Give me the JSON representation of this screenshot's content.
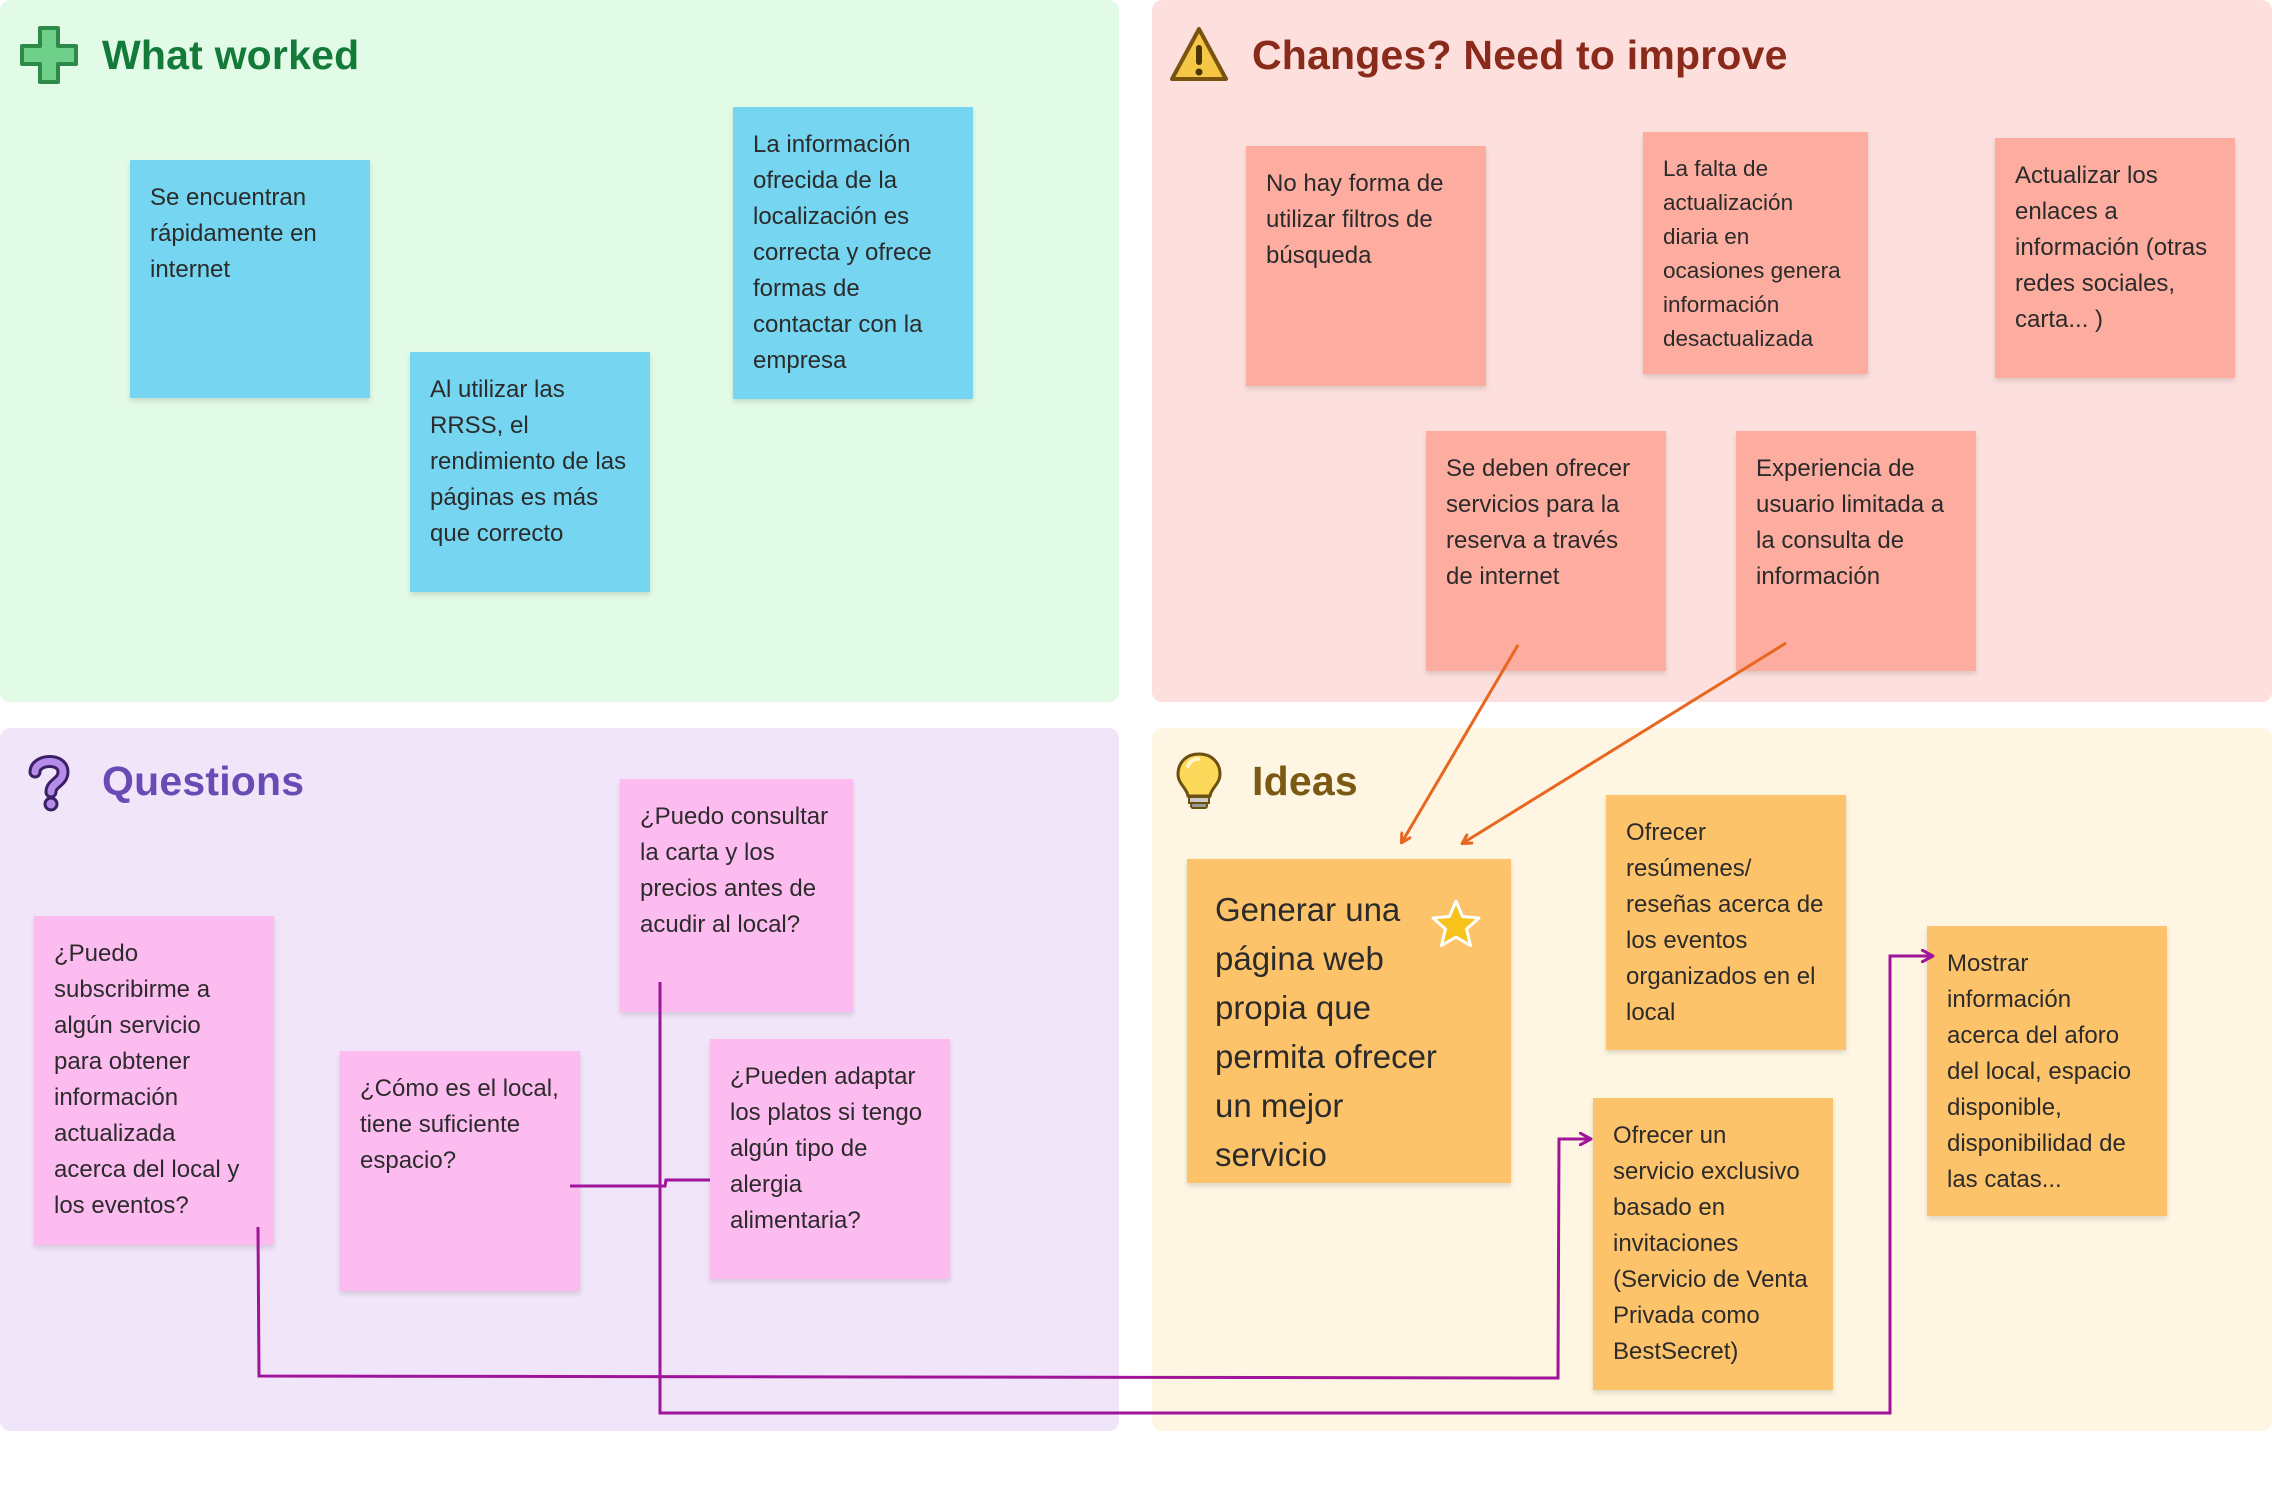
{
  "board": {
    "quadrants": {
      "worked": {
        "title": "What worked",
        "title_color": "#137a3a",
        "icon": "plus-icon"
      },
      "changes": {
        "title": "Changes? Need to improve",
        "title_color": "#8a2a1b",
        "icon": "warning-icon"
      },
      "questions": {
        "title": "Questions",
        "title_color": "#6a4bb5",
        "icon": "question-mark-icon"
      },
      "ideas": {
        "title": "Ideas",
        "title_color": "#7a5a12",
        "icon": "lightbulb-icon"
      }
    },
    "notes": {
      "w1": "Se encuentran rápidamente en internet",
      "w2": "Al utilizar las RRSS, el rendimiento de las páginas es más que correcto",
      "w3": "La información ofrecida de la localización es correcta y ofrece formas de contactar con la empresa",
      "c1": "No hay forma de utilizar filtros de búsqueda",
      "c2": "La falta de actualización diaria en ocasiones genera información desactualizada",
      "c3": "Actualizar los enlaces a información (otras redes sociales, carta... )",
      "c4": "Se deben ofrecer servicios para la reserva a través de internet",
      "c5": "Experiencia de usuario limitada a la consulta de información",
      "q1": "¿Puedo subscribirme a algún servicio para obtener información actualizada acerca del local y los eventos?",
      "q2": "¿Cómo es el local, tiene suficiente espacio?",
      "q3": "¿Puedo consultar la carta y los precios antes de acudir al local?",
      "q4": "¿Pueden adaptar los platos si tengo algún tipo de alergia alimentaria?",
      "i1": "Generar una página web propia que permita ofrecer un mejor servicio",
      "i2": "Ofrecer resúmenes/ reseñas acerca de los eventos organizados en el local",
      "i3": "Ofrecer un servicio exclusivo basado en invitaciones (Servicio de Venta Privada como BestSecret)",
      "i4": "Mostrar información acerca del aforo del local, espacio disponible, disponibilidad de las catas..."
    },
    "colors": {
      "blue_note": "#76d6f1",
      "red_note": "#fdada0",
      "pink_note": "#fdbcf0",
      "orange_note": "#fdc36a",
      "connector_orange": "#e8661e",
      "connector_purple": "#a0149a",
      "star": "#f7c21a"
    },
    "star_icon": "star-icon"
  }
}
